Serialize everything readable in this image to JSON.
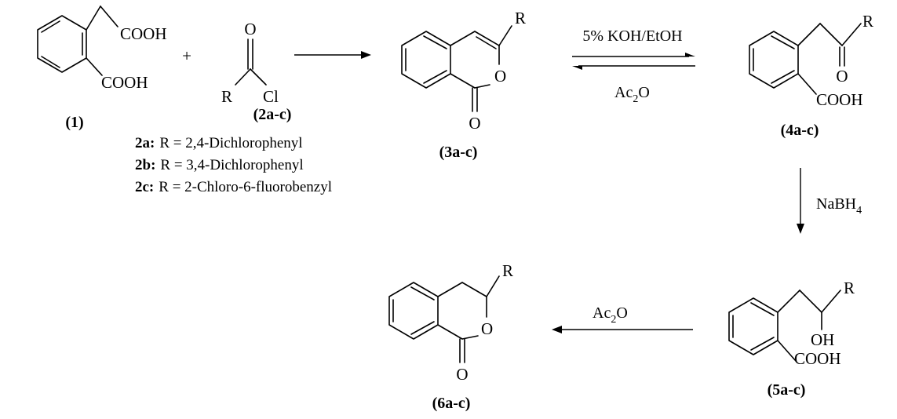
{
  "compounds": {
    "c1": {
      "label": "(1)",
      "groups": [
        "COOH",
        "COOH"
      ]
    },
    "c2": {
      "label": "(2a-c)",
      "atoms": {
        "o": "O",
        "r": "R",
        "cl": "Cl"
      }
    },
    "c3": {
      "label": "(3a-c)",
      "atoms": {
        "r": "R",
        "o_ring": "O",
        "o_carbonyl": "O"
      }
    },
    "c4": {
      "label": "(4a-c)",
      "atoms": {
        "r": "R",
        "o": "O",
        "cooh": "COOH"
      }
    },
    "c5": {
      "label": "(5a-c)",
      "atoms": {
        "r": "R",
        "oh": "OH",
        "cooh": "COOH"
      }
    },
    "c6": {
      "label": "(6a-c)",
      "atoms": {
        "r": "R",
        "o_ring": "O",
        "o_carbonyl": "O"
      }
    }
  },
  "plus": "+",
  "r_groups": [
    {
      "key": "2a:",
      "def": "R = 2,4-Dichlorophenyl"
    },
    {
      "key": "2b:",
      "def": "R = 3,4-Dichlorophenyl"
    },
    {
      "key": "2c:",
      "def": "R = 2-Chloro-6-fluorobenzyl"
    }
  ],
  "reagents": {
    "forward": "5% KOH/EtOH",
    "reverse": {
      "base": "Ac",
      "sub": "2",
      "tail": "O"
    },
    "reduction": {
      "base": "NaBH",
      "sub": "4"
    },
    "cyclization": {
      "base": "Ac",
      "sub": "2",
      "tail": "O"
    }
  }
}
